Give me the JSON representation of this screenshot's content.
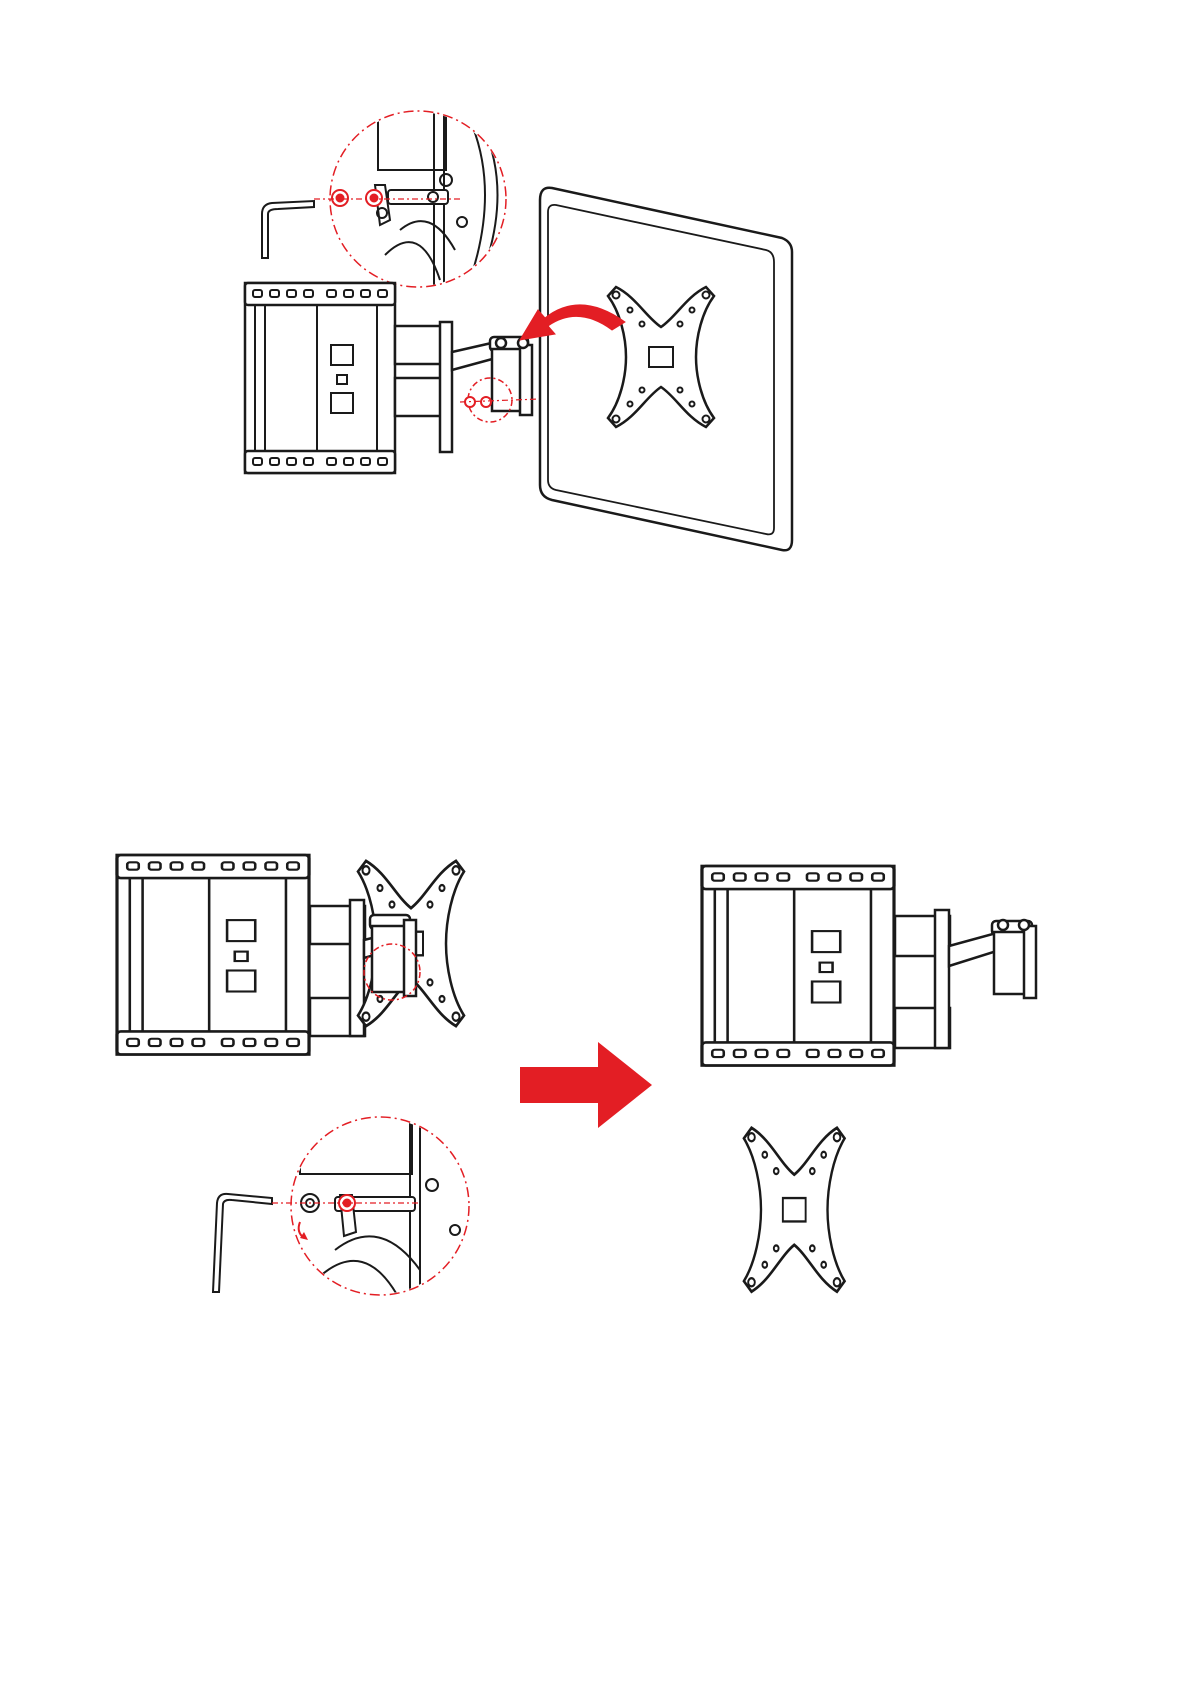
{
  "colors": {
    "line": "#1a1a1a",
    "accent": "#e31e24",
    "background": "#ffffff"
  },
  "figures": [
    {
      "name": "step-attach-vesa-plate-to-tv",
      "icons": [
        "hex-key-icon",
        "wall-plate",
        "swing-arm",
        "tv-panel",
        "vesa-plate",
        "zoom-callout-circle",
        "curved-arrow-icon"
      ]
    },
    {
      "name": "step-remove-vesa-plate",
      "icons": [
        "wall-plate",
        "swing-arm",
        "vesa-plate",
        "zoom-callout-circle",
        "hex-key-icon",
        "right-arrow-icon"
      ]
    }
  ]
}
